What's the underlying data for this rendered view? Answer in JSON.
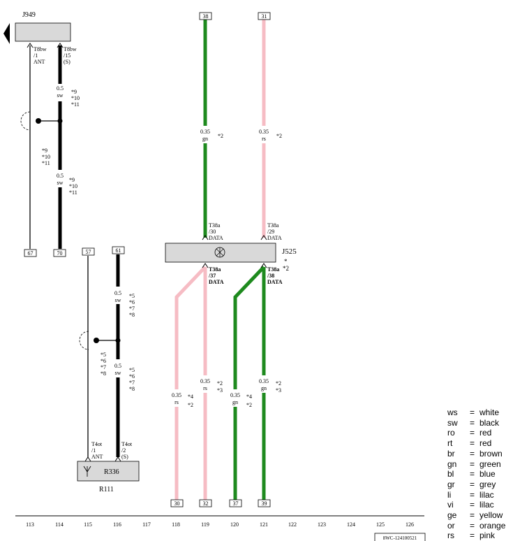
{
  "components": {
    "j949": {
      "name": "J949"
    },
    "j525": {
      "name": "J525",
      "star": "*",
      "note": "*2"
    },
    "r336": {
      "name": "R336"
    },
    "r111": {
      "name": "R111"
    }
  },
  "terminals": {
    "top": [
      "38",
      "31"
    ],
    "left_bottom": [
      "67",
      "70"
    ],
    "mid_top": [
      "57",
      "61"
    ],
    "bottom": [
      "30",
      "32",
      "37",
      "39"
    ]
  },
  "connectors": {
    "j949_ant": [
      "T8bw",
      "/1",
      "ANT"
    ],
    "j949_s": [
      "T8bw",
      "/15",
      "(S)"
    ],
    "j525_30": [
      "T38a",
      "/30",
      "DATA"
    ],
    "j525_29": [
      "T38a",
      "/29",
      "DATA"
    ],
    "j525_37": [
      "T38a",
      "/37",
      "DATA"
    ],
    "j525_38": [
      "T38a",
      "/38",
      "DATA"
    ],
    "r336_ant": [
      "T4ot",
      "/1",
      "ANT"
    ],
    "r336_s": [
      "T4ot",
      "/2",
      "(S)"
    ]
  },
  "wire_labels": {
    "w1": [
      "0.5",
      "sw"
    ],
    "w2": [
      "0.5",
      "sw"
    ],
    "w3": [
      "0.35",
      "gn"
    ],
    "w4": [
      "0.35",
      "rs"
    ],
    "w5": [
      "0.5",
      "sw"
    ],
    "w6": [
      "0.5",
      "sw"
    ],
    "w7": [
      "0.35",
      "rs"
    ],
    "w8": [
      "0.35",
      "rs"
    ],
    "w9": [
      "0.35",
      "gn"
    ],
    "w10": [
      "0.35",
      "gn"
    ]
  },
  "notes": {
    "n1": [
      "*9",
      "*10",
      "*11"
    ],
    "n2": [
      "*9",
      "*10",
      "*11"
    ],
    "n3": [
      "*9",
      "*10",
      "*11"
    ],
    "n4": [
      "*2"
    ],
    "n5": [
      "*2"
    ],
    "n6": [
      "*5",
      "*6",
      "*7",
      "*8"
    ],
    "n7": [
      "*5",
      "*6",
      "*7",
      "*8"
    ],
    "n8": [
      "*5",
      "*6",
      "*7",
      "*8"
    ],
    "n9": [
      "*4",
      "*2"
    ],
    "n10": [
      "*2",
      "*3"
    ],
    "n11": [
      "*4",
      "*2"
    ],
    "n12": [
      "*2",
      "*3"
    ]
  },
  "columns": [
    "113",
    "114",
    "115",
    "116",
    "117",
    "118",
    "119",
    "120",
    "121",
    "122",
    "123",
    "124",
    "125",
    "126"
  ],
  "footer_code": "8WC-124100521",
  "colors": {
    "black": "#000000",
    "green": "#1e8a1e",
    "pink": "#f6bcc4",
    "component_fill": "#d9d9d9"
  },
  "legend": [
    {
      "code": "ws",
      "eq": "=",
      "name": "white"
    },
    {
      "code": "sw",
      "eq": "=",
      "name": "black"
    },
    {
      "code": "ro",
      "eq": "=",
      "name": "red"
    },
    {
      "code": "rt",
      "eq": "=",
      "name": "red"
    },
    {
      "code": "br",
      "eq": "=",
      "name": "brown"
    },
    {
      "code": "gn",
      "eq": "=",
      "name": "green"
    },
    {
      "code": "bl",
      "eq": "=",
      "name": "blue"
    },
    {
      "code": "gr",
      "eq": "=",
      "name": "grey"
    },
    {
      "code": "li",
      "eq": "=",
      "name": "lilac"
    },
    {
      "code": "vi",
      "eq": "=",
      "name": "lilac"
    },
    {
      "code": "ge",
      "eq": "=",
      "name": "yellow"
    },
    {
      "code": "or",
      "eq": "=",
      "name": "orange"
    },
    {
      "code": "rs",
      "eq": "=",
      "name": "pink"
    }
  ]
}
